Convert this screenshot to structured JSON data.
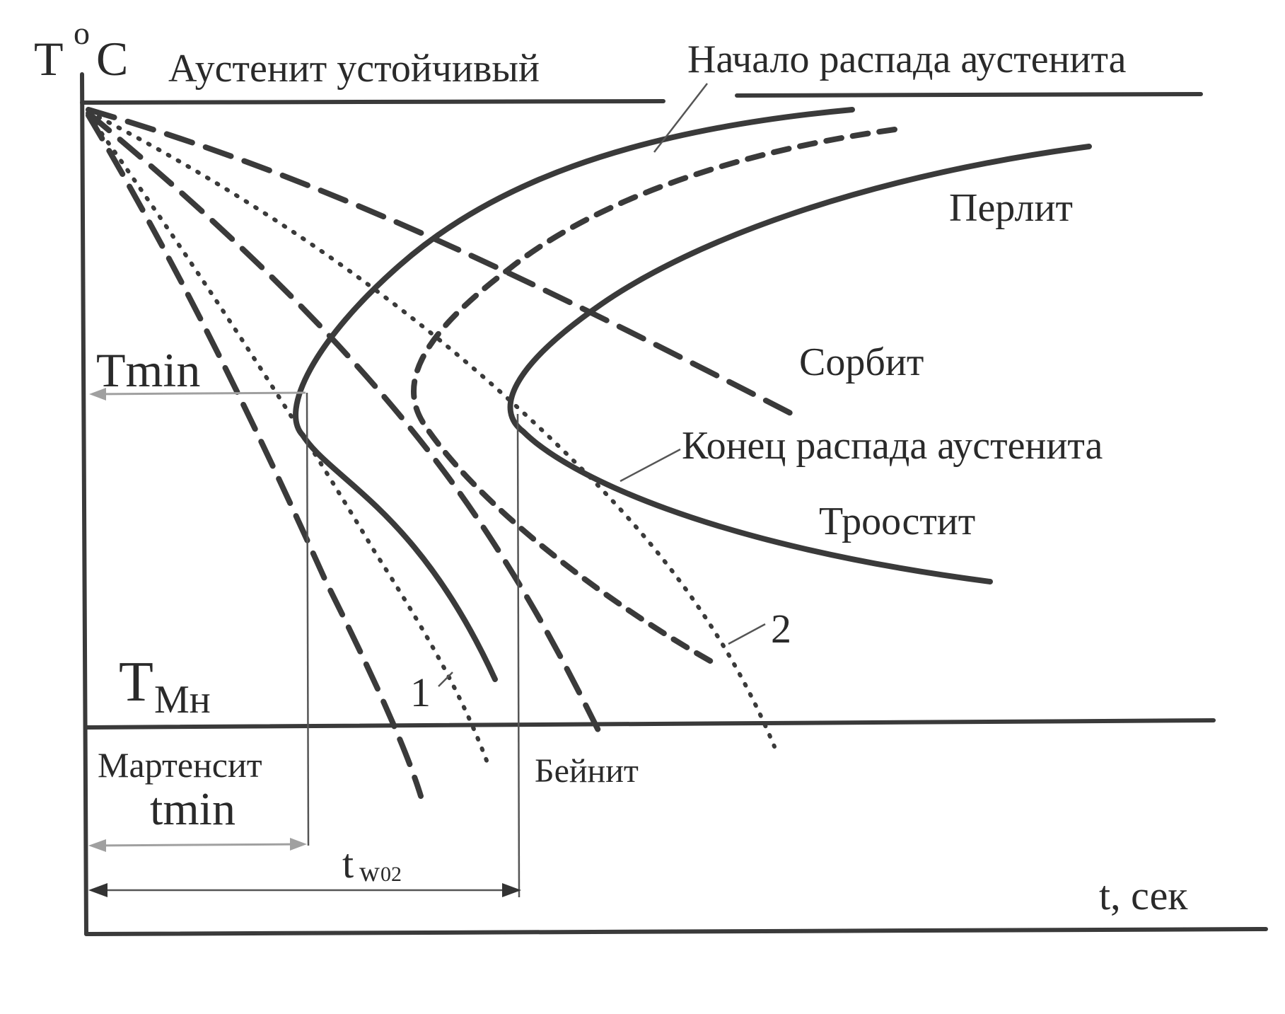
{
  "labels": {
    "y_axis_T": "T",
    "y_axis_deg": "o",
    "y_axis_C": "C",
    "austenite_stable": "Аустенит устойчивый",
    "start_decomposition": "Начало распада аустенита",
    "perlite": "Перлит",
    "sorbite": "Сорбит",
    "end_decomposition": "Конец распада аустенита",
    "troostite": "Троостит",
    "t_min_temp": "Tmin",
    "t_mn_T": "T",
    "t_mn_sub": "Мн",
    "martensite": "Мартенсит",
    "t_min_time": "tmin",
    "bainite": "Бейнит",
    "t_w02_t": "t",
    "t_w02_sub": "w",
    "t_w02_index": "02",
    "x_axis": "t, сек",
    "curve_1": "1",
    "curve_2": "2"
  },
  "colors": {
    "ink": "#3a3a3a",
    "background": "#ffffff"
  }
}
